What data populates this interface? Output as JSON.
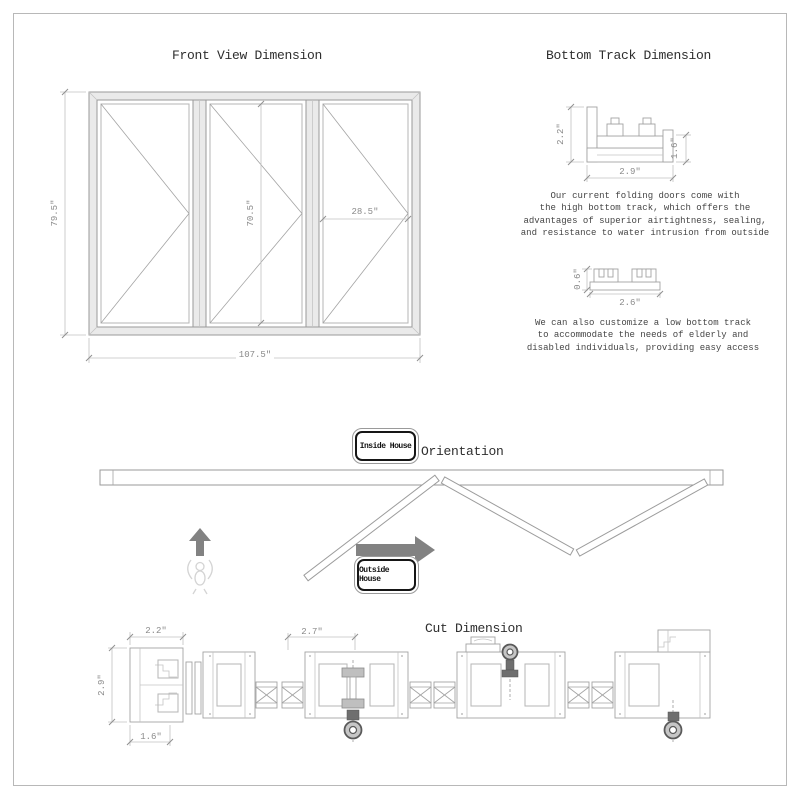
{
  "front_view": {
    "title": "Front View Dimension",
    "dim_height": "79.5\"",
    "dim_inner_height": "70.5\"",
    "dim_leaf_width": "28.5\"",
    "dim_width": "107.5\""
  },
  "bottom_track": {
    "title": "Bottom Track Dimension",
    "high_track": {
      "dim_height": "2.2\"",
      "dim_width": "2.9\"",
      "dim_right_height": "1.6\"",
      "description_lines": [
        "Our current folding doors come with",
        "the high bottom track, which offers the",
        "advantages of superior airtightness, sealing,",
        "and resistance to water intrusion from outside"
      ]
    },
    "low_track": {
      "dim_height": "0.6\"",
      "dim_width": "2.6\"",
      "description_lines": [
        "We can also customize a low bottom track",
        "to accommodate the needs of elderly and",
        "disabled individuals, providing easy access"
      ]
    }
  },
  "orientation": {
    "title": "Orientation",
    "inside_badge": "Inside House",
    "outside_badge": "Outside House",
    "icons": [
      "up-arrow",
      "right-arrow",
      "person-top-view"
    ]
  },
  "cut_dimension": {
    "title": "Cut Dimension",
    "dim_jamb_width": "2.2\"",
    "dim_height": "2.9\"",
    "dim_jamb_bottom": "1.6\"",
    "dim_leaf": "2.7\""
  },
  "colors": {
    "background": "#ffffff",
    "sheet_border": "#b8b8b8",
    "cad_line": "#a3a3a3",
    "frame_fill": "#eaeaea",
    "dimension_text": "#8a8a8a",
    "arrow": "#828282",
    "badge_border": "#161616",
    "hardware_dark": "#6f6f6f"
  }
}
